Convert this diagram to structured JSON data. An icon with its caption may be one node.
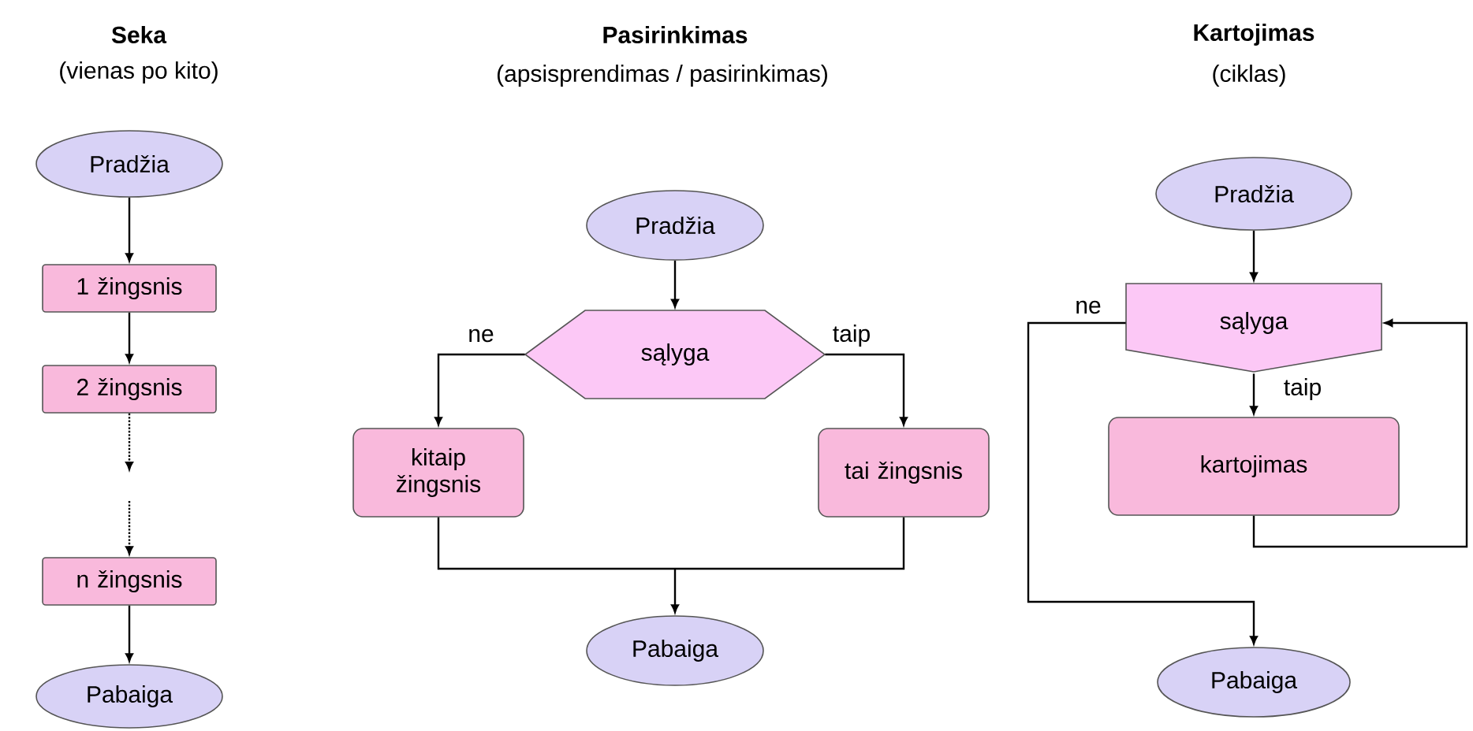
{
  "diagram": {
    "nodes": [
      {
        "text": [
          "Pradžia"
        ]
      },
      {
        "text": [
          "1 žingsnis"
        ]
      },
      {
        "text": [
          "2 žingsnis"
        ]
      },
      {
        "text": [
          "n žingsnis"
        ]
      },
      {
        "text": [
          "Pabaiga"
        ]
      },
      {
        "text": [
          "Pradžia"
        ]
      },
      {
        "text": [
          "sąlyga"
        ]
      },
      {
        "text": [
          "kitaip žingsnis"
        ]
      },
      {
        "text": [
          "tai žingsnis"
        ]
      },
      {
        "text": [
          "Pabaiga"
        ]
      },
      {
        "text": [
          "Pradžia"
        ]
      },
      {
        "text": [
          "sąlyga"
        ]
      },
      {
        "text": [
          "kartojimas"
        ]
      },
      {
        "text": [
          "Pabaiga"
        ]
      }
    ],
    "edges": [
      {
        "from": 0,
        "to": 1,
        "arrow": "to"
      },
      {
        "from": 1,
        "to": 2,
        "arrow": "to"
      },
      {
        "from": 2,
        "to": null,
        "arrow": "to",
        "style": "dashed"
      },
      {
        "from": null,
        "to": 3,
        "arrow": "to",
        "style": "dashed"
      },
      {
        "from": 3,
        "to": 4,
        "arrow": "to"
      },
      {
        "from": 5,
        "to": 6,
        "arrow": "to"
      },
      {
        "from": 6,
        "to": 7,
        "arrow": "to",
        "label": "ne"
      },
      {
        "from": 6,
        "to": 8,
        "arrow": "to",
        "label": "taip"
      },
      {
        "from": 7,
        "to": 9,
        "arrow": "to"
      },
      {
        "from": 8,
        "to": 9,
        "arrow": "to"
      },
      {
        "from": 10,
        "to": 11,
        "arrow": "to"
      },
      {
        "from": 11,
        "to": 12,
        "arrow": "to",
        "label": "taip"
      },
      {
        "from": 11,
        "to": 13,
        "arrow": "to",
        "label": "ne"
      },
      {
        "from": 12,
        "to": 11,
        "arrow": "to"
      }
    ],
    "labels": [
      "Seka",
      "(vienas po kito)",
      "Pasirinkimas",
      "(apsisprendimas / pasirinkimas)",
      "Kartojimas",
      "(ciklas)"
    ]
  }
}
